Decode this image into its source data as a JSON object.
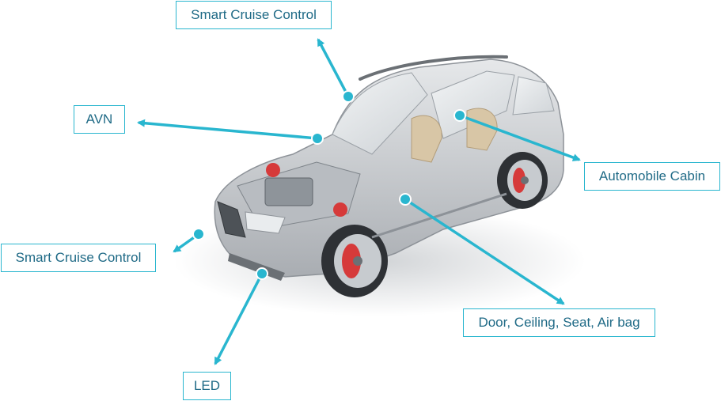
{
  "labels": {
    "smart_cruise_top": "Smart Cruise Control",
    "avn": "AVN",
    "automobile_cabin": "Automobile Cabin",
    "smart_cruise_left": "Smart Cruise Control",
    "door_ceiling": "Door, Ceiling, Seat, Air bag",
    "led": "LED"
  },
  "colors": {
    "accent": "#29b6cf",
    "label_text": "#1f6a86",
    "car_body": "#c9ccd0",
    "brake_red": "#d63a3a"
  },
  "image": {
    "subject": "cutaway-suv-icon"
  }
}
